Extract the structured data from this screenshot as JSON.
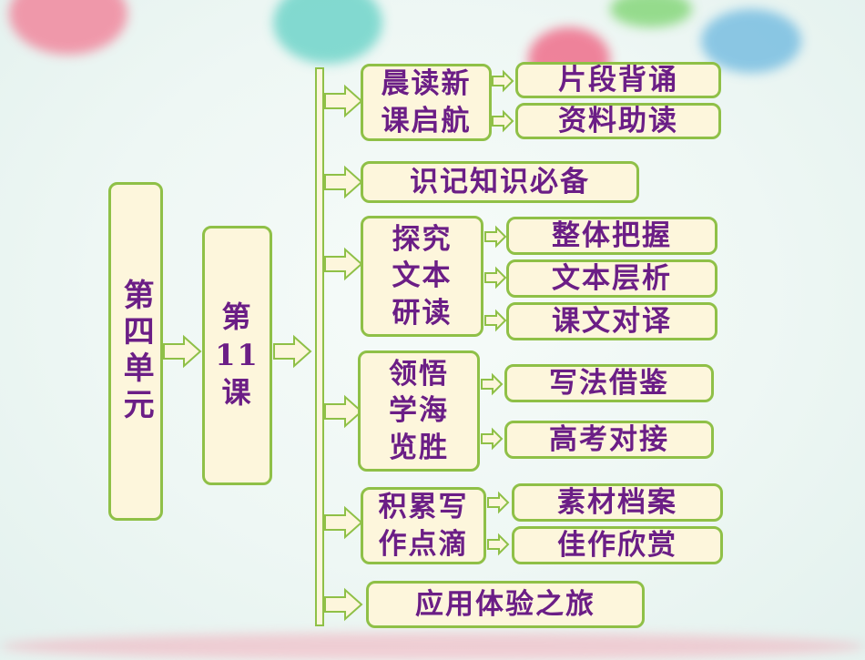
{
  "unit_label": "第四单元",
  "lesson_label": "第\n11\n课",
  "sections": [
    {
      "title": "晨读新\n课启航",
      "items": [
        "片段背诵",
        "资料助读"
      ]
    },
    {
      "title": "识记知识必备",
      "items": []
    },
    {
      "title": "探究\n文本\n研读",
      "items": [
        "整体把握",
        "文本层析",
        "课文对译"
      ]
    },
    {
      "title": "领悟\n学海\n览胜",
      "items": [
        "写法借鉴",
        "高考对接"
      ]
    },
    {
      "title": "积累写\n作点滴",
      "items": [
        "素材档案",
        "佳作欣赏"
      ]
    },
    {
      "title": "应用体验之旅",
      "items": []
    }
  ],
  "colors": {
    "box_fill": "#fdf6dc",
    "box_border": "#8fc047",
    "text": "#6b1e86"
  }
}
